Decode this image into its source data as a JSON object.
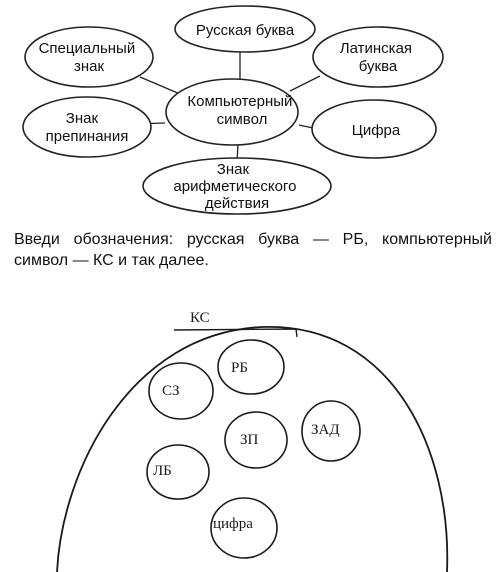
{
  "diagram": {
    "center": [
      "Компьютерный",
      "символ"
    ],
    "nodes": {
      "russian_letter": [
        "Русская буква"
      ],
      "special_sign": [
        "Специальный",
        "знак"
      ],
      "latin_letter": [
        "Латинская",
        "буква"
      ],
      "punctuation": [
        "Знак",
        "препинания"
      ],
      "digit": [
        "Цифра"
      ],
      "arithmetic": [
        "Знак",
        "арифметического",
        "действия"
      ]
    }
  },
  "instruction": "Введи обозначения: русская буква — РБ, компьютерный символ — КС и так далее.",
  "answer": {
    "outer_label": "КС",
    "circles": {
      "rb": "РБ",
      "sz": "СЗ",
      "zp": "ЗП",
      "zad": "ЗАД",
      "lb": "ЛБ",
      "cifra": "цифра"
    }
  }
}
